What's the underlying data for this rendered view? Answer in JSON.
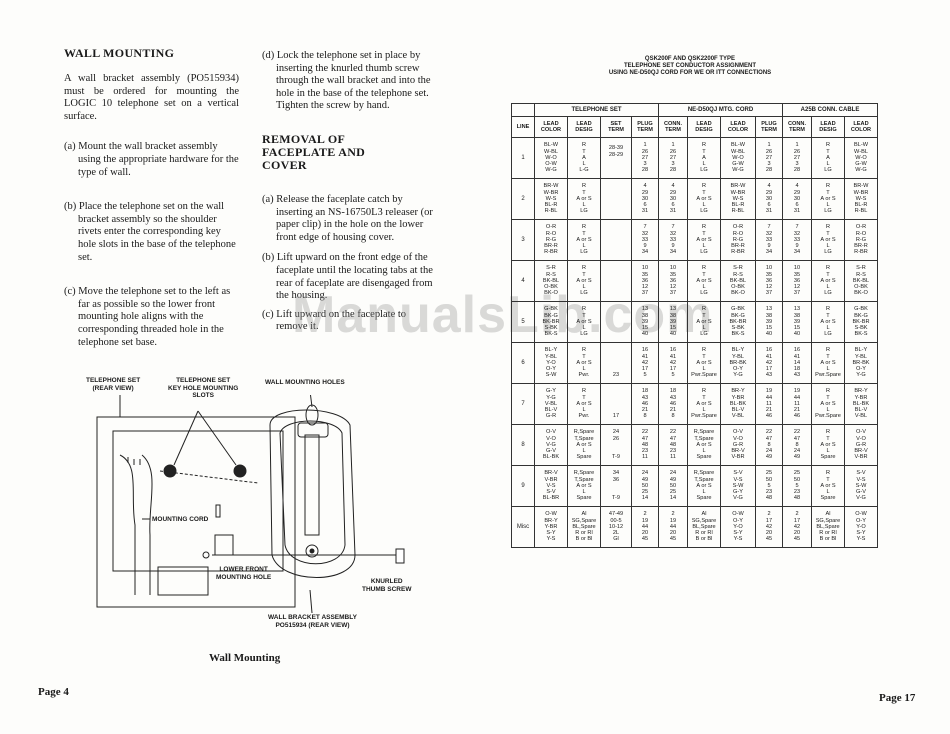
{
  "left_page": {
    "col1": {
      "heading": "WALL MOUNTING",
      "intro": "A wall bracket assembly (PO515934) must be ordered for mounting the LOGIC 10 telephone set on a vertical surface.",
      "a": "(a) Mount the wall bracket assembly using the appropriate hardware for the type of wall.",
      "b": "(b) Place the telephone set on the wall bracket assembly so the shoulder rivets enter the corresponding key hole slots in the base of the telephone set.",
      "c": "(c) Move the telephone set to the left as far as possible so the lower front mounting hole aligns with the corresponding threaded hole in the telephone set base."
    },
    "col2": {
      "d": "(d) Lock the telephone set in place by inserting the knurled thumb screw through the wall bracket and into the hole in the base of the telephone set. Tighten the screw by hand.",
      "heading": "REMOVAL OF FACEPLATE AND COVER",
      "a": "(a) Release the faceplate catch by inserting an NS-16750L3 releaser (or paper clip) in the hole on the lower front edge of housing cover.",
      "b": "(b) Lift upward on the front edge of the faceplate until the locating tabs at the rear of faceplate are disengaged from the housing.",
      "c": "(c) Lift upward on the faceplate to remove it."
    },
    "figure": {
      "label_telephone_set": "TELEPHONE SET\n(REAR VIEW)",
      "label_key_hole": "TELEPHONE SET\nKEY HOLE MOUNTING\nSLOTS",
      "label_wall_holes": "WALL MOUNTING HOLES",
      "label_cord": "MOUNTING CORD",
      "label_lower_hole": "LOWER FRONT\nMOUNTING HOLE",
      "label_thumb": "KNURLED\nTHUMB SCREW",
      "label_bracket": "WALL BRACKET ASSEMBLY\nPO515934 (REAR VIEW)",
      "caption": "Wall Mounting"
    },
    "page_number": "Page 4"
  },
  "watermark": "ManualsLib.com",
  "right_page": {
    "title": "QSK200F AND QSK2200F TYPE\nTELEPHONE SET CONDUCTOR ASSIGNMENT\nUSING NE-D50QJ CORD FOR WE OR ITT CONNECTIONS",
    "groups": [
      "TELEPHONE SET",
      "NE-D50QJ MTG. CORD",
      "A25B CONN. CABLE"
    ],
    "columns": [
      "LINE",
      "LEAD\nCOLOR",
      "LEAD\nDESIG",
      "SET\nTERM",
      "PLUG\nTERM",
      "CONN.\nTERM",
      "LEAD\nDESIG",
      "LEAD\nCOLOR",
      "PLUG\nTERM",
      "CONN.\nTERM",
      "LEAD\nDESIG",
      "LEAD\nCOLOR"
    ],
    "rows": [
      [
        "1",
        "BL-W\nW-BL\nW-O\nO-W\nW-G",
        "R\nT\nA\nL\nL-G",
        "28-39\n28-29\n\n\n",
        "1\n26\n27\n3\n28",
        "1\n26\n27\n3\n28",
        "R\nT\nA\nL\nLG",
        "BL-W\nW-BL\nW-O\nG-W\nW-G",
        "1\n26\n27\n3\n28",
        "1\n26\n27\n3\n28",
        "R\nT\nA\nL\nLG",
        "BL-W\nW-BL\nW-O\nG-W\nW-G"
      ],
      [
        "2",
        "BR-W\nW-BR\nW-S\nBL-R\nR-BL",
        "R\nT\nA or S\nL\nLG",
        "\n\n\n\n",
        "4\n29\n30\n6\n31",
        "4\n29\n30\n6\n31",
        "R\nT\nA or S\nL\nLG",
        "BR-W\nW-BR\nW-S\nBL-R\nR-BL",
        "4\n29\n30\n6\n31",
        "4\n29\n30\n6\n31",
        "R\nT\nA or S\nL\nLG",
        "BR-W\nW-BR\nW-S\nBL-R\nR-BL"
      ],
      [
        "3",
        "O-R\nR-O\nR-G\nBR-R\nR-BR",
        "R\nT\nA or S\nL\nLG",
        "\n\n\n\n",
        "7\n32\n33\n9\n34",
        "7\n32\n33\n9\n34",
        "R\nT\nA or S\nL\nLG",
        "O-R\nR-O\nR-G\nBR-R\nR-BR",
        "7\n32\n33\n9\n34",
        "7\n32\n33\n9\n34",
        "R\nT\nA or S\nL\nLG",
        "O-R\nR-O\nR-G\nBR-R\nR-BR"
      ],
      [
        "4",
        "S-R\nR-S\nBK-BL\nO-BK\nBK-O",
        "R\nT\nA or S\nL\nLG",
        "\n\n\n\n",
        "10\n35\n36\n12\n37",
        "10\n35\n36\n12\n37",
        "R\nT\nA or S\nL\nLG",
        "S-R\nR-S\nBK-BL\nO-BK\nBK-O",
        "10\n35\n36\n12\n37",
        "10\n35\n36\n12\n37",
        "R\nT\nA or S\nL\nLG",
        "S-R\nR-S\nBK-BL\nO-BK\nBK-O"
      ],
      [
        "5",
        "G-BK\nBK-G\nBK-BR\nS-BK\nBK-S",
        "R\nT\nA or S\nL\nLG",
        "\n\n\n\n",
        "13\n38\n39\n15\n40",
        "13\n38\n39\n15\n40",
        "R\nT\nA or S\nL\nLG",
        "G-BK\nBK-G\nBK-BR\nS-BK\nBK-S",
        "13\n38\n39\n15\n40",
        "13\n38\n39\n15\n40",
        "R\nT\nA or S\nL\nLG",
        "G-BK\nBK-G\nBK-BR\nS-BK\nBK-S"
      ],
      [
        "6",
        "BL-Y\nY-BL\nY-O\nO-Y\nS-W",
        "R\nT\nA or S\nL\nPwr.",
        "\n\n\n\n23",
        "16\n41\n42\n17\n5",
        "16\n41\n42\n17\n5",
        "R\nT\nA or S\nL\nPwr.Spare",
        "BL-Y\nY-BL\nBR-BK\nO-Y\nY-G",
        "16\n41\n42\n17\n43",
        "16\n41\n14\n18\n43",
        "R\nT\nA or S\nL\nPwr.Spare",
        "BL-Y\nY-BL\nBR-BK\nO-Y\nY-G"
      ],
      [
        "7",
        "G-Y\nY-G\nV-BL\nBL-V\nG-R",
        "R\nT\nA or S\nL\nPwr.",
        "\n\n\n\n17",
        "18\n43\n46\n21\n8",
        "18\n43\n46\n21\n8",
        "R\nT\nA or S\nL\nPwr.Spare",
        "BR-Y\nY-BR\nBL-BK\nBL-V\nV-BL",
        "19\n44\n11\n21\n46",
        "19\n44\n11\n21\n46",
        "R\nT\nA or S\nL\nPwr.Spare",
        "BR-Y\nY-BR\nBL-BK\nBL-V\nV-BL"
      ],
      [
        "8",
        "O-V\nV-O\nV-G\nG-V\nBL-BK",
        "R,Spare\nT,Spare\nA or S\nL\nSpare",
        "24\n26\n\n\nT-9",
        "22\n47\n48\n23\n11",
        "22\n47\n48\n23\n11",
        "R,Spare\nT,Spare\nA or S\nL\nSpare",
        "O-V\nV-O\nG-R\nBR-V\nV-BR",
        "22\n47\n8\n24\n49",
        "22\n47\n8\n24\n49",
        "R\nT\nA or S\nL\nSpare",
        "O-V\nV-O\nG-R\nBR-V\nV-BR"
      ],
      [
        "9",
        "BR-V\nV-BR\nV-S\nS-V\nBL-BR",
        "R,Spare\nT,Spare\nA or S\nL\nSpare",
        "34\n36\n\n\nT-9",
        "24\n49\n50\n25\n14",
        "24\n49\n50\n25\n14",
        "R,Spare\nT,Spare\nA or S\nL\nSpare",
        "S-V\nV-S\nS-W\nG-Y\nV-G",
        "25\n50\n5\n23\n48",
        "25\n50\n5\n23\n48",
        "R\nT\nA or S\nL\nSpare",
        "S-V\nV-S\nS-W\nG-V\nV-G"
      ],
      [
        "Misc",
        "O-W\nBR-Y\nY-BR\nS-Y\nY-S",
        "Al\nSG,Spare\nBL,Spare\nR or Rl\nB or Bl",
        "47-49\n00-5\n10-12\n2L\nGl",
        "2\n19\n44\n20\n45",
        "2\n19\n44\n20\n45",
        "Al\nSG,Spare\nBL,Spare\nR or Rl\nB or Bl",
        "O-W\nO-Y\nY-O\nS-Y\nY-S",
        "2\n17\n42\n20\n45",
        "2\n17\n42\n20\n45",
        "Al\nSG,Spare\nBL,Spare\nR or Rl\nB or Bl",
        "O-W\nO-Y\nY-O\nS-Y\nY-S"
      ]
    ],
    "page_number": "Page 17"
  }
}
